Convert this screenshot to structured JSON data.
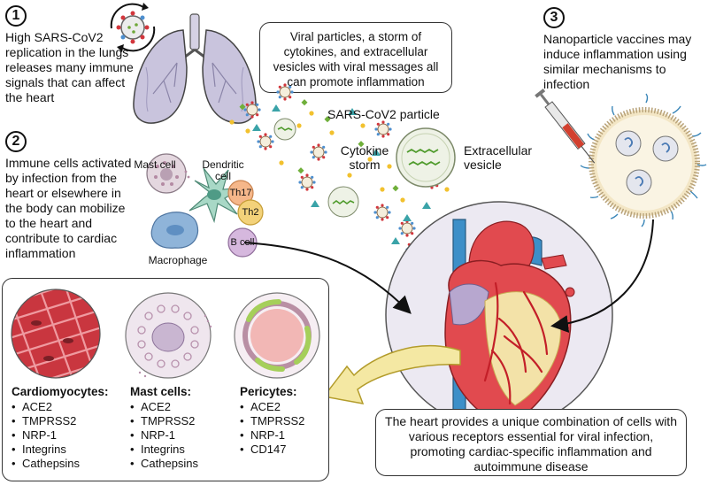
{
  "steps": [
    {
      "number": "1",
      "text": "High SARS-CoV2 replication in the lungs releases many immune signals that can affect the heart"
    },
    {
      "number": "2",
      "text": "Immune cells activated by infection from the heart or elsewhere in the body can mobilize to the heart and contribute to cardiac inflammation"
    },
    {
      "number": "3",
      "text": "Nanoparticle vaccines may induce inflammation using similar mechanisms to infection"
    }
  ],
  "callouts": {
    "top": "Viral particles, a storm of cytokines, and extracellular vesicles with viral messages all can promote inflammation",
    "bottom": "The heart provides a unique combination of cells with various receptors essential for viral infection, promoting cardiac-specific inflammation and autoimmune disease"
  },
  "labels": {
    "particle": "SARS-CoV2 particle",
    "cytokine": "Cytokine storm",
    "vesicle": "Extracellular vesicle",
    "mast_cell": "Mast cell",
    "dendritic": "Dendritic cell",
    "th17": "Th17",
    "th2": "Th2",
    "b_cell": "B cell",
    "macrophage": "Macrophage"
  },
  "cell_types": [
    {
      "name": "Cardiomyocytes:",
      "receptors": [
        "ACE2",
        "TMPRSS2",
        "NRP-1",
        "Integrins",
        "Cathepsins"
      ]
    },
    {
      "name": "Mast cells:",
      "receptors": [
        "ACE2",
        "TMPRSS2",
        "NRP-1",
        "Integrins",
        "Cathepsins"
      ]
    },
    {
      "name": "Pericytes:",
      "receptors": [
        "ACE2",
        "TMPRSS2",
        "NRP-1",
        "CD147"
      ]
    }
  ],
  "colors": {
    "lung": "#c9c4dd",
    "heart": "#e14a4f",
    "aorta": "#3d8fc8",
    "cardio_tissue": "#c9363f",
    "vesicle": "#7bbf3a",
    "cytokine_yellow": "#f2c12e",
    "cytokine_teal": "#3aa3a8",
    "arrow_fill": "#f4e8a3",
    "circle_bg": "#ece9f2"
  }
}
